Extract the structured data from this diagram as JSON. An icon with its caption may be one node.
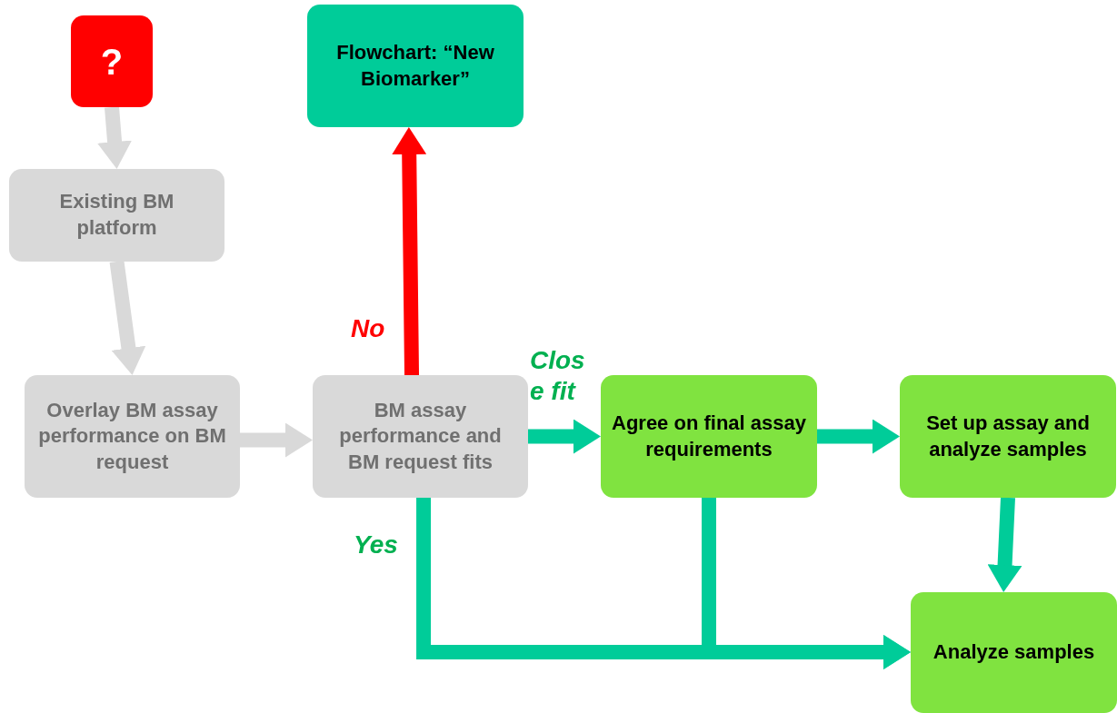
{
  "diagram": {
    "nodes": [
      {
        "text": [
          "?"
        ]
      },
      {
        "text": [
          "Flowchart: “New Biomarker”"
        ]
      },
      {
        "text": [
          "Existing BM platform"
        ]
      },
      {
        "text": [
          "Overlay BM assay performance on BM request"
        ]
      },
      {
        "text": [
          "BM assay performance and BM request fits"
        ]
      },
      {
        "text": [
          "Agree on final assay requirements"
        ]
      },
      {
        "text": [
          "Set up assay and analyze samples"
        ]
      },
      {
        "text": [
          "Analyze samples"
        ]
      }
    ],
    "edges": [
      {
        "from": 0,
        "to": 2,
        "arrow": "to",
        "color": "#d9d9d9"
      },
      {
        "from": 2,
        "to": 3,
        "arrow": "to",
        "color": "#d9d9d9"
      },
      {
        "from": 3,
        "to": 4,
        "arrow": "to",
        "color": "#d9d9d9"
      },
      {
        "from": 4,
        "to": 1,
        "arrow": "to",
        "label": "No",
        "color": "#ff0000"
      },
      {
        "from": 4,
        "to": 5,
        "arrow": "to",
        "label": "Close fit"
      },
      {
        "from": 5,
        "to": 6,
        "arrow": "to"
      },
      {
        "from": 6,
        "to": 7,
        "arrow": "to"
      },
      {
        "from": 4,
        "to": 7,
        "arrow": "to",
        "label": "Yes"
      },
      {
        "from": 5,
        "to": 7,
        "arrow": "to"
      }
    ]
  }
}
